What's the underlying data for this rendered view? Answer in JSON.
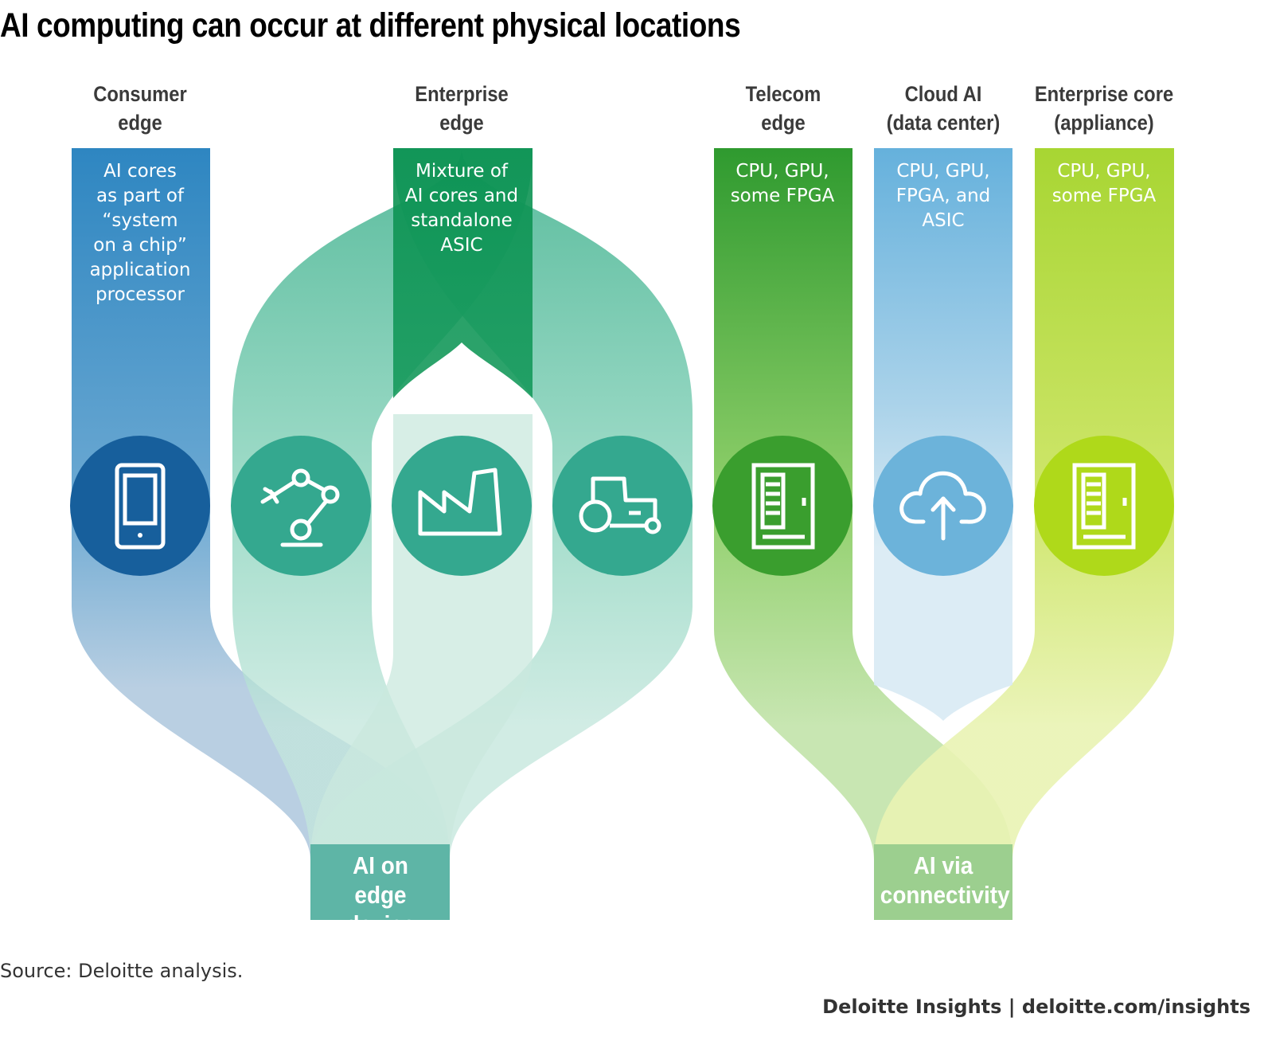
{
  "title": "AI computing can occur at different physical locations",
  "columns": [
    {
      "id": "consumer-edge",
      "header": [
        "Consumer",
        "edge"
      ],
      "description": [
        "AI cores",
        "as part of",
        "“system",
        "on a chip”",
        "application",
        "processor"
      ],
      "icon": "smartphone-icon",
      "color": "#2e86c1"
    },
    {
      "id": "enterprise-edge",
      "header": [
        "Enterprise",
        "edge"
      ],
      "description": [
        "Mixture of",
        "AI cores and",
        "standalone",
        "ASIC"
      ],
      "icon": "factory-icon",
      "color": "#0f9e5a"
    },
    {
      "id": "telecom-edge",
      "header": [
        "Telecom",
        "edge"
      ],
      "description": [
        "CPU, GPU,",
        "some FPGA"
      ],
      "icon": "server-icon",
      "color": "#2f9a2f"
    },
    {
      "id": "cloud-ai",
      "header": [
        "Cloud AI",
        "(data center)"
      ],
      "description": [
        "CPU, GPU,",
        "FPGA, and",
        "ASIC"
      ],
      "icon": "cloud-upload-icon",
      "color": "#4aa3d6"
    },
    {
      "id": "enterprise-core",
      "header": [
        "Enterprise core",
        "(appliance)"
      ],
      "description": [
        "CPU, GPU,",
        "some FPGA"
      ],
      "icon": "server-icon",
      "color": "#a6d81a"
    }
  ],
  "edge_icons": [
    "robot-arm-icon",
    "factory-icon",
    "tractor-icon"
  ],
  "destinations": [
    {
      "id": "edge-device",
      "lines": [
        "AI on",
        "edge device"
      ]
    },
    {
      "id": "connectivity",
      "lines": [
        "AI via",
        "connectivity"
      ]
    }
  ],
  "source": "Source: Deloitte analysis.",
  "footer": "Deloitte Insights | deloitte.com/insights"
}
